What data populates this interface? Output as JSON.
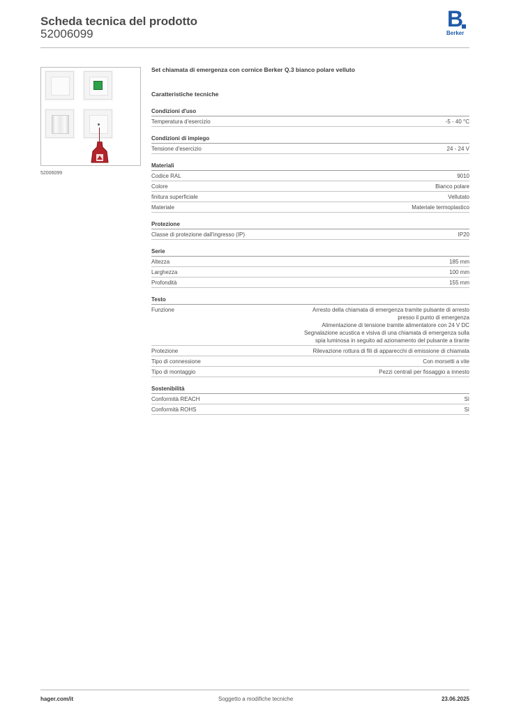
{
  "header": {
    "title": "Scheda tecnica del prodotto",
    "code": "52006099",
    "brand": "Berker",
    "brand_letter": "B"
  },
  "image": {
    "caption": "52006099"
  },
  "product_title": "Set chiamata di emergenza con cornice Berker Q.3 bianco polare velluto",
  "tech_title": "Caratteristiche tecniche",
  "sections": [
    {
      "title": "Condizioni d'uso",
      "rows": [
        {
          "k": "Temperatura d'esercizio",
          "v": [
            "-5 - 40 °C"
          ]
        }
      ]
    },
    {
      "title": "Condizioni di impiego",
      "rows": [
        {
          "k": "Tensione d'esercizio",
          "v": [
            "24 - 24 V"
          ]
        }
      ]
    },
    {
      "title": "Materiali",
      "rows": [
        {
          "k": "Codice RAL",
          "v": [
            "9010"
          ]
        },
        {
          "k": "Colore",
          "v": [
            "Bianco polare"
          ]
        },
        {
          "k": "finitura superficiale",
          "v": [
            "Vellutato"
          ]
        },
        {
          "k": "Materiale",
          "v": [
            "Materiale termoplastico"
          ]
        }
      ]
    },
    {
      "title": "Protezione",
      "rows": [
        {
          "k": "Classe di protezione dall'ingresso (IP)",
          "v": [
            "IP20"
          ]
        }
      ]
    },
    {
      "title": "Serie",
      "rows": [
        {
          "k": "Altezza",
          "v": [
            "185 mm"
          ]
        },
        {
          "k": "Larghezza",
          "v": [
            "100 mm"
          ]
        },
        {
          "k": "Profondità",
          "v": [
            "155 mm"
          ]
        }
      ]
    },
    {
      "title": "Testo",
      "rows": [
        {
          "k": "Funzione",
          "v": [
            "Arresto della chiamata di emergenza tramite pulsante di arresto",
            "presso il punto di emergenza",
            "Alimentazione di tensione tramite alimentatore con 24 V DC",
            "Segnalazione acustica e visiva di una chiamata di emergenza sulla",
            "spia luminosa in seguito ad azionamento del pulsante a tirante"
          ]
        },
        {
          "k": "Protezione",
          "v": [
            "Rilevazione rottura di fili di apparecchi di emissione di chiamata"
          ]
        },
        {
          "k": "Tipo di connessione",
          "v": [
            "Con morsetti a vite"
          ]
        },
        {
          "k": "Tipo di montaggio",
          "v": [
            "Pezzi centrali per fissaggio a innesto"
          ]
        }
      ]
    },
    {
      "title": "Sostenibilità",
      "rows": [
        {
          "k": "Conformità REACH",
          "v": [
            "Sì"
          ]
        },
        {
          "k": "Conformità ROHS",
          "v": [
            "Sì"
          ]
        }
      ]
    }
  ],
  "footer": {
    "site": "hager.com/it",
    "note": "Soggetto a modifiche tecniche",
    "date": "23.06.2025"
  },
  "colors": {
    "brand_blue": "#1f5aa8",
    "indicator_green": "#2da04a",
    "pull_red": "#b3242a"
  }
}
